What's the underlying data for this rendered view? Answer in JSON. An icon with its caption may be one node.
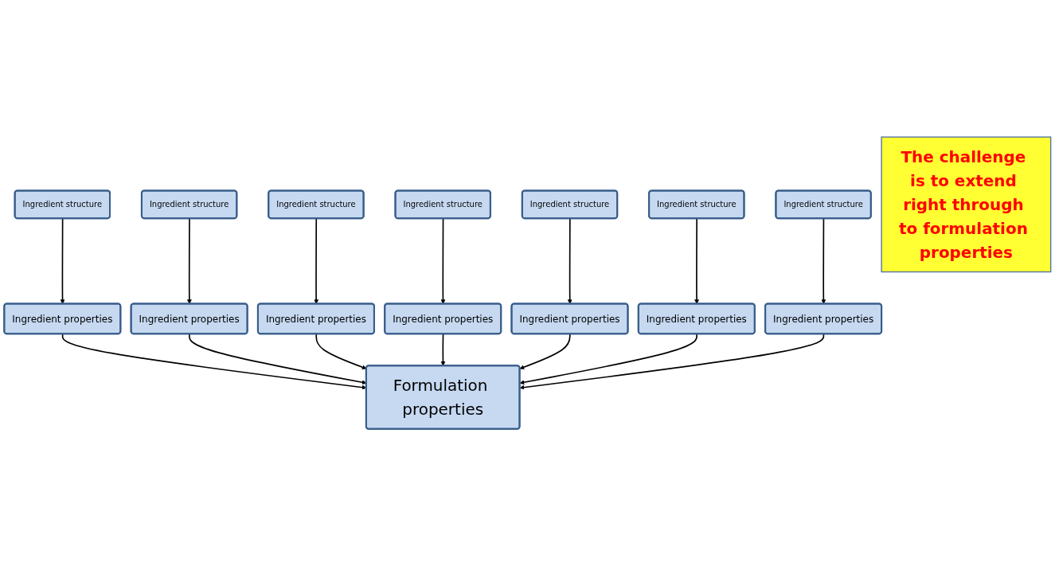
{
  "diagram": {
    "nodes": [
      {
        "text": [
          "Ingredient structure"
        ]
      },
      {
        "text": [
          "Ingredient structure"
        ]
      },
      {
        "text": [
          "Ingredient structure"
        ]
      },
      {
        "text": [
          "Ingredient structure"
        ]
      },
      {
        "text": [
          "Ingredient structure"
        ]
      },
      {
        "text": [
          "Ingredient structure"
        ]
      },
      {
        "text": [
          "Ingredient structure"
        ]
      },
      {
        "text": [
          "Ingredient properties"
        ]
      },
      {
        "text": [
          "Ingredient properties"
        ]
      },
      {
        "text": [
          "Ingredient properties"
        ]
      },
      {
        "text": [
          "Ingredient properties"
        ]
      },
      {
        "text": [
          "Ingredient properties"
        ]
      },
      {
        "text": [
          "Ingredient properties"
        ]
      },
      {
        "text": [
          "Ingredient properties"
        ]
      },
      {
        "text": [
          "Formulation properties"
        ]
      },
      {
        "text": [
          "The challenge is to extend right through to formulation properties"
        ]
      }
    ],
    "edges": [
      {
        "from": 0,
        "to": 7,
        "arrow": "to"
      },
      {
        "from": 1,
        "to": 8,
        "arrow": "to"
      },
      {
        "from": 2,
        "to": 9,
        "arrow": "to"
      },
      {
        "from": 3,
        "to": 10,
        "arrow": "to"
      },
      {
        "from": 4,
        "to": 11,
        "arrow": "to"
      },
      {
        "from": 5,
        "to": 12,
        "arrow": "to"
      },
      {
        "from": 6,
        "to": 13,
        "arrow": "to"
      },
      {
        "from": 7,
        "to": 14,
        "arrow": "to"
      },
      {
        "from": 8,
        "to": 14,
        "arrow": "to"
      },
      {
        "from": 9,
        "to": 14,
        "arrow": "to"
      },
      {
        "from": 10,
        "to": 14,
        "arrow": "to"
      },
      {
        "from": 11,
        "to": 14,
        "arrow": "to"
      },
      {
        "from": 12,
        "to": 14,
        "arrow": "to"
      },
      {
        "from": 13,
        "to": 14,
        "arrow": "to"
      }
    ]
  }
}
